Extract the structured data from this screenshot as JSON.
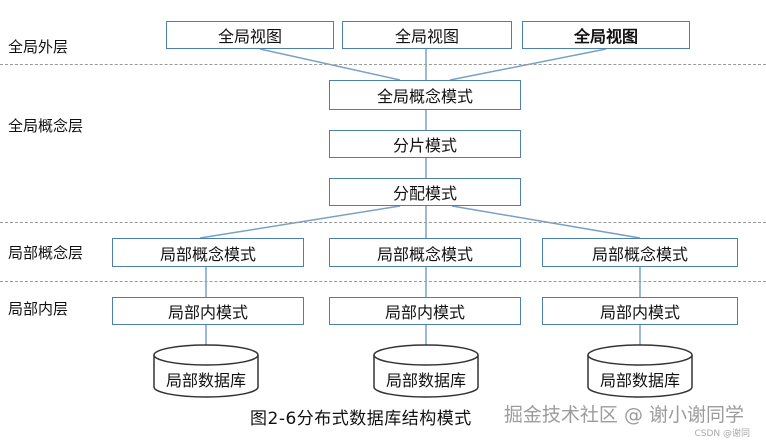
{
  "layers": {
    "global_external": "全局外层",
    "global_conceptual": "全局概念层",
    "local_conceptual": "局部概念层",
    "local_internal": "局部内层"
  },
  "global_views": [
    "全局视图",
    "全局视图",
    "全局视图"
  ],
  "global_schema": "全局概念模式",
  "fragment_schema": "分片模式",
  "allocation_schema": "分配模式",
  "local_conceptual_schemas": [
    "局部概念模式",
    "局部概念模式",
    "局部概念模式"
  ],
  "local_internal_schemas": [
    "局部内模式",
    "局部内模式",
    "局部内模式"
  ],
  "local_databases": [
    "局部数据库",
    "局部数据库",
    "局部数据库"
  ],
  "caption": "图2-6分布式数据库结构模式",
  "watermark": "掘金技术社区 @ 谢小谢同学",
  "small_mark": "CSDN @谢同",
  "colors": {
    "box_border": "#4a7fb0",
    "line": "#7aa0c8",
    "divider": "#9a9a9a"
  }
}
